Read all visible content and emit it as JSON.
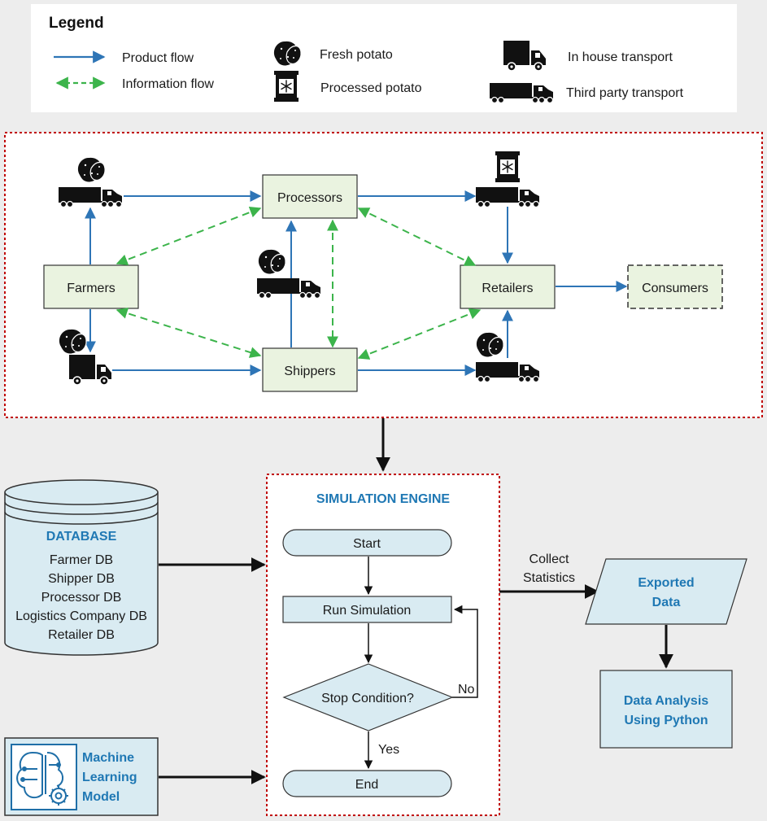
{
  "legend": {
    "title": "Legend",
    "product_flow": "Product flow",
    "information_flow": "Information flow",
    "fresh_potato": "Fresh potato",
    "processed_potato": "Processed potato",
    "in_house_transport": "In house transport",
    "third_party_transport": "Third party transport"
  },
  "supply_chain": {
    "processors": "Processors",
    "farmers": "Farmers",
    "retailers": "Retailers",
    "consumers": "Consumers",
    "shippers": "Shippers"
  },
  "database": {
    "title": "DATABASE",
    "items": [
      "Farmer DB",
      "Shipper DB",
      "Processor DB",
      "Logistics Company DB",
      "Retailer DB"
    ]
  },
  "ml_model": {
    "lines": [
      "Machine",
      "Learning",
      "Model"
    ]
  },
  "engine": {
    "title": "SIMULATION ENGINE",
    "start": "Start",
    "run": "Run Simulation",
    "stop": "Stop Condition?",
    "no": "No",
    "yes": "Yes",
    "end": "End"
  },
  "collect": {
    "lines": [
      "Collect",
      "Statistics"
    ]
  },
  "exported": {
    "lines": [
      "Exported",
      "Data"
    ]
  },
  "analysis": {
    "lines": [
      "Data Analysis",
      "Using Python"
    ]
  },
  "colors": {
    "product_flow": "#2e75b6",
    "information_flow": "#3cb44b",
    "node_fill": "#eaf3e0",
    "engine_fill": "#d9ebf2",
    "dotted_red": "#c00000",
    "accent_blue": "#1f78b4"
  },
  "icons": {
    "fresh_potato": "potato-icon",
    "processed_potato": "frozen-bag-icon",
    "in_house_transport": "box-truck-icon",
    "third_party_transport": "semi-truck-icon",
    "ml": "brain-circuit-icon"
  }
}
